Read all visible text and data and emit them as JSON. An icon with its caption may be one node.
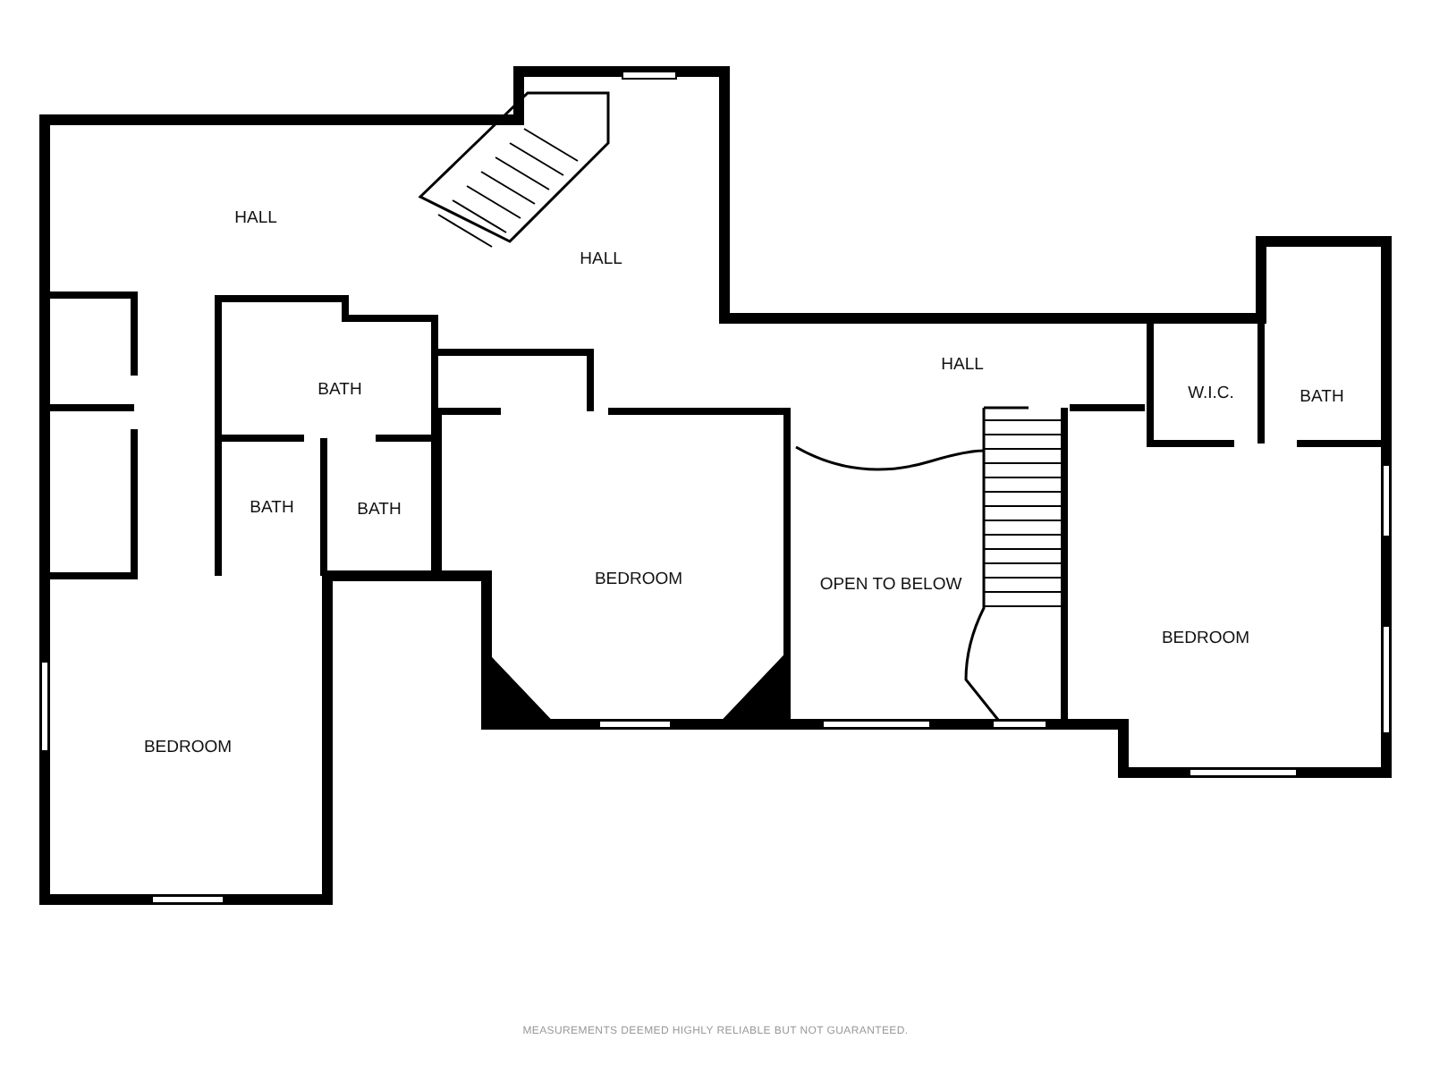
{
  "diagram": {
    "nodes": [
      {
        "text": [
          "HALL"
        ]
      },
      {
        "text": [
          "HALL"
        ]
      },
      {
        "text": [
          "BATH"
        ]
      },
      {
        "text": [
          "HALL"
        ]
      },
      {
        "text": [
          "W.I.C."
        ]
      },
      {
        "text": [
          "BATH"
        ]
      },
      {
        "text": [
          "BATH"
        ]
      },
      {
        "text": [
          "BATH"
        ]
      },
      {
        "text": [
          "BEDROOM"
        ]
      },
      {
        "text": [
          "OPEN TO BELOW"
        ]
      },
      {
        "text": [
          "BEDROOM"
        ]
      },
      {
        "text": [
          "BEDROOM"
        ]
      }
    ],
    "labels": [
      "MEASUREMENTS DEEMED HIGHLY RELIABLE BUT NOT GUARANTEED."
    ]
  }
}
